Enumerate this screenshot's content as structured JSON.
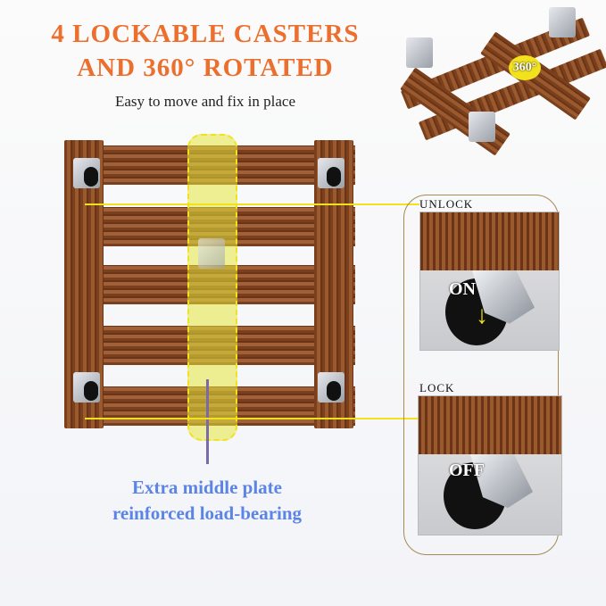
{
  "headline": {
    "line1": "4 LOCKABLE CASTERS",
    "line2": "AND  360° ROTATED",
    "subtitle": "Easy to move and fix in place"
  },
  "inset_badge": "360°",
  "callout": {
    "unlock_label": "UNLOCK",
    "unlock_state": "ON",
    "lock_label": "LOCK",
    "lock_state": "OFF"
  },
  "middle_plate": {
    "line1": "Extra middle plate",
    "line2": "reinforced load-bearing"
  },
  "colors": {
    "headline": "#ec6f2d",
    "annotation": "#5b84e6",
    "highlight": "#f2e11d",
    "wood": "#7a3f1d"
  }
}
